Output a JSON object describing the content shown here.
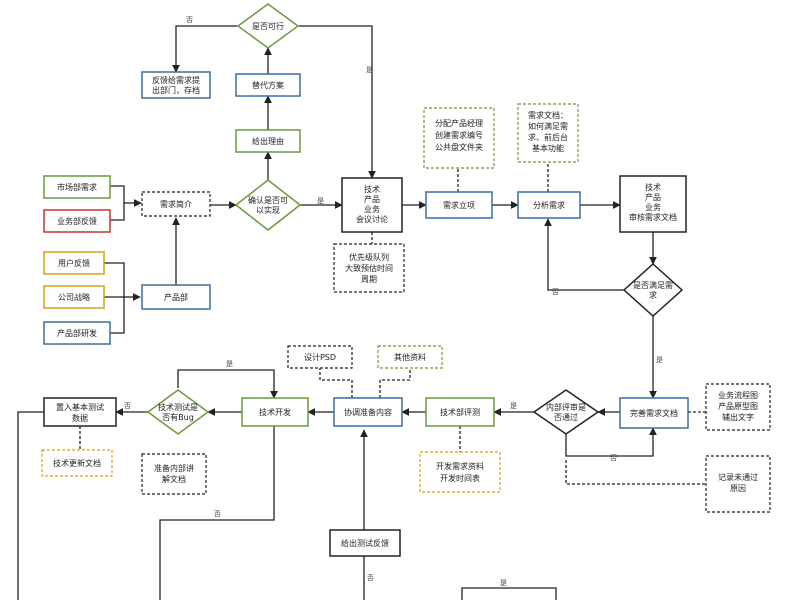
{
  "nodes": {
    "feasible": "是否可行",
    "feedback_archive": [
      "反馈给需求提",
      "出部门，存档"
    ],
    "alt_plan": "替代方案",
    "give_reason": "给出理由",
    "confirm_feasible": [
      "确认是否可",
      "以实现"
    ],
    "market_demand": "市场部需求",
    "biz_feedback": "业务部反馈",
    "demand_brief": "需求简介",
    "user_feedback": "用户反馈",
    "company_strategy": "公司战略",
    "product_rd": "产品部研发",
    "product_dept": "产品部",
    "review_meeting": [
      "技术",
      "产品",
      "业务",
      "会议讨论"
    ],
    "priority_queue": [
      "优先级队列",
      "大致预估时间",
      "周期"
    ],
    "assign_pm": [
      "分配产品经理",
      "创建需求编号",
      "公共盘文件夹"
    ],
    "demand_project": "需求立项",
    "demand_doc_note": [
      "需求文档：",
      "如何满足需",
      "求、前后台",
      "基本功能"
    ],
    "analyze_demand": "分析需求",
    "review_doc": [
      "技术",
      "产品",
      "业务",
      "审核需求文档"
    ],
    "meets_demand": [
      "是否满足需",
      "求"
    ],
    "design_psd": "设计PSD",
    "other_materials": "其他资料",
    "insert_test": [
      "置入基本测试",
      "数据"
    ],
    "has_bug": [
      "技术测试是",
      "否有Bug"
    ],
    "tech_dev": "技术开发",
    "coordinate": "协调准备内容",
    "tech_review": "技术部评测",
    "internal_review": [
      "内部评审是",
      "否通过"
    ],
    "improve_doc": "完善需求文档",
    "flow_chart": [
      "业务流程图",
      "产品原型图",
      "辅出文字"
    ],
    "tech_update_doc": "技术更新文档",
    "internal_doc": [
      "准备内部讲",
      "解文档"
    ],
    "dev_schedule": [
      "开发需求资料",
      "开发时间表"
    ],
    "record_reason": [
      "记录未通过",
      "原因"
    ],
    "test_feedback": "给出测试反馈"
  },
  "labels": {
    "yes": "是",
    "no": "否"
  }
}
